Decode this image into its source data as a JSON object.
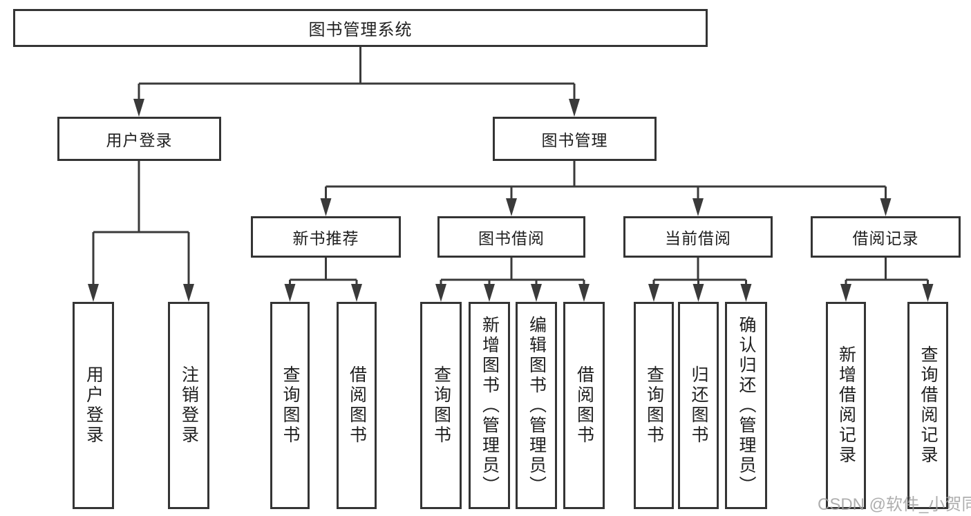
{
  "colors": {
    "background": "#ffffff",
    "box_fill": "#ffffff",
    "box_border": "#343434",
    "line": "#3a3a3a",
    "text": "#1f1f1f",
    "watermark": "#a0a0a0"
  },
  "watermark": {
    "text": "CSDN @软件_小贺同学"
  },
  "tree": {
    "label": "图书管理系统",
    "children": [
      {
        "label": "用户登录",
        "children": [
          {
            "label": "用户登录"
          },
          {
            "label": "注销登录"
          }
        ]
      },
      {
        "label": "图书管理",
        "children": [
          {
            "label": "新书推荐",
            "children": [
              {
                "label": "查询图书"
              },
              {
                "label": "借阅图书"
              }
            ]
          },
          {
            "label": "图书借阅",
            "children": [
              {
                "label": "查询图书"
              },
              {
                "label": "新增图书（管理员）"
              },
              {
                "label": "编辑图书（管理员）"
              },
              {
                "label": "借阅图书"
              }
            ]
          },
          {
            "label": "当前借阅",
            "children": [
              {
                "label": "查询图书"
              },
              {
                "label": "归还图书"
              },
              {
                "label": "确认归还（管理员）"
              }
            ]
          },
          {
            "label": "借阅记录",
            "children": [
              {
                "label": "新增借阅记录"
              },
              {
                "label": "查询借阅记录"
              }
            ]
          }
        ]
      }
    ]
  }
}
